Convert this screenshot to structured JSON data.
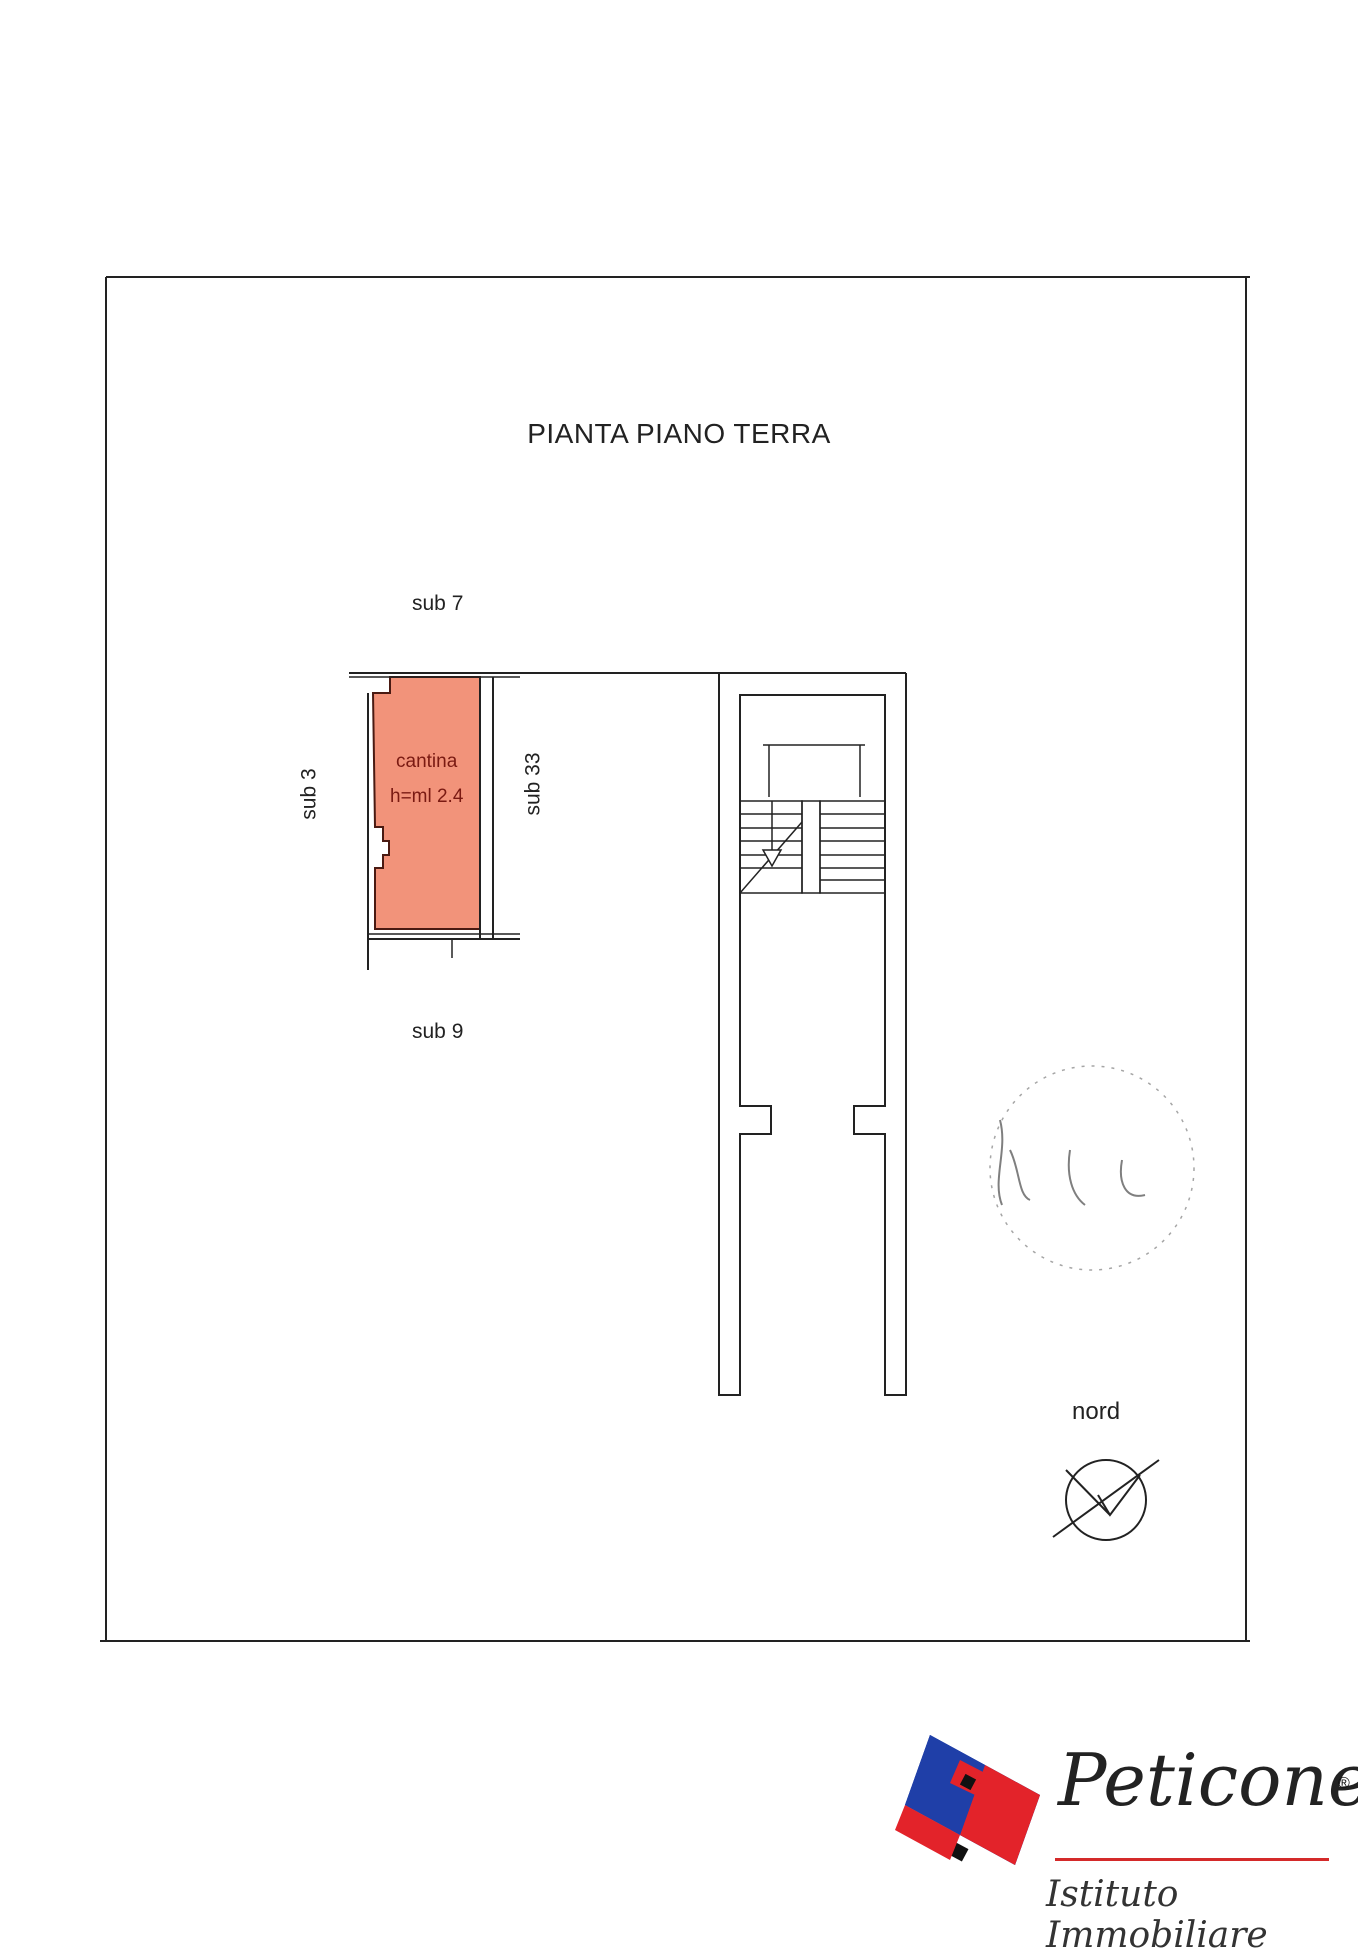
{
  "title": "PIANTA PIANO TERRA",
  "labels": {
    "top": "sub 7",
    "bottom": "sub 9",
    "left": "sub 3",
    "right": "sub 33"
  },
  "room": {
    "name": "cantina",
    "height": "h=ml 2.4",
    "fill_color": "#f2937a"
  },
  "compass": {
    "label": "nord",
    "icon": "north-arrow-icon"
  },
  "logo": {
    "brand": "Peticone",
    "registered": "®",
    "tagline": "Istituto Immobiliare",
    "colors": {
      "blue": "#1f3fa8",
      "red": "#e3232a",
      "black": "#111111"
    }
  }
}
